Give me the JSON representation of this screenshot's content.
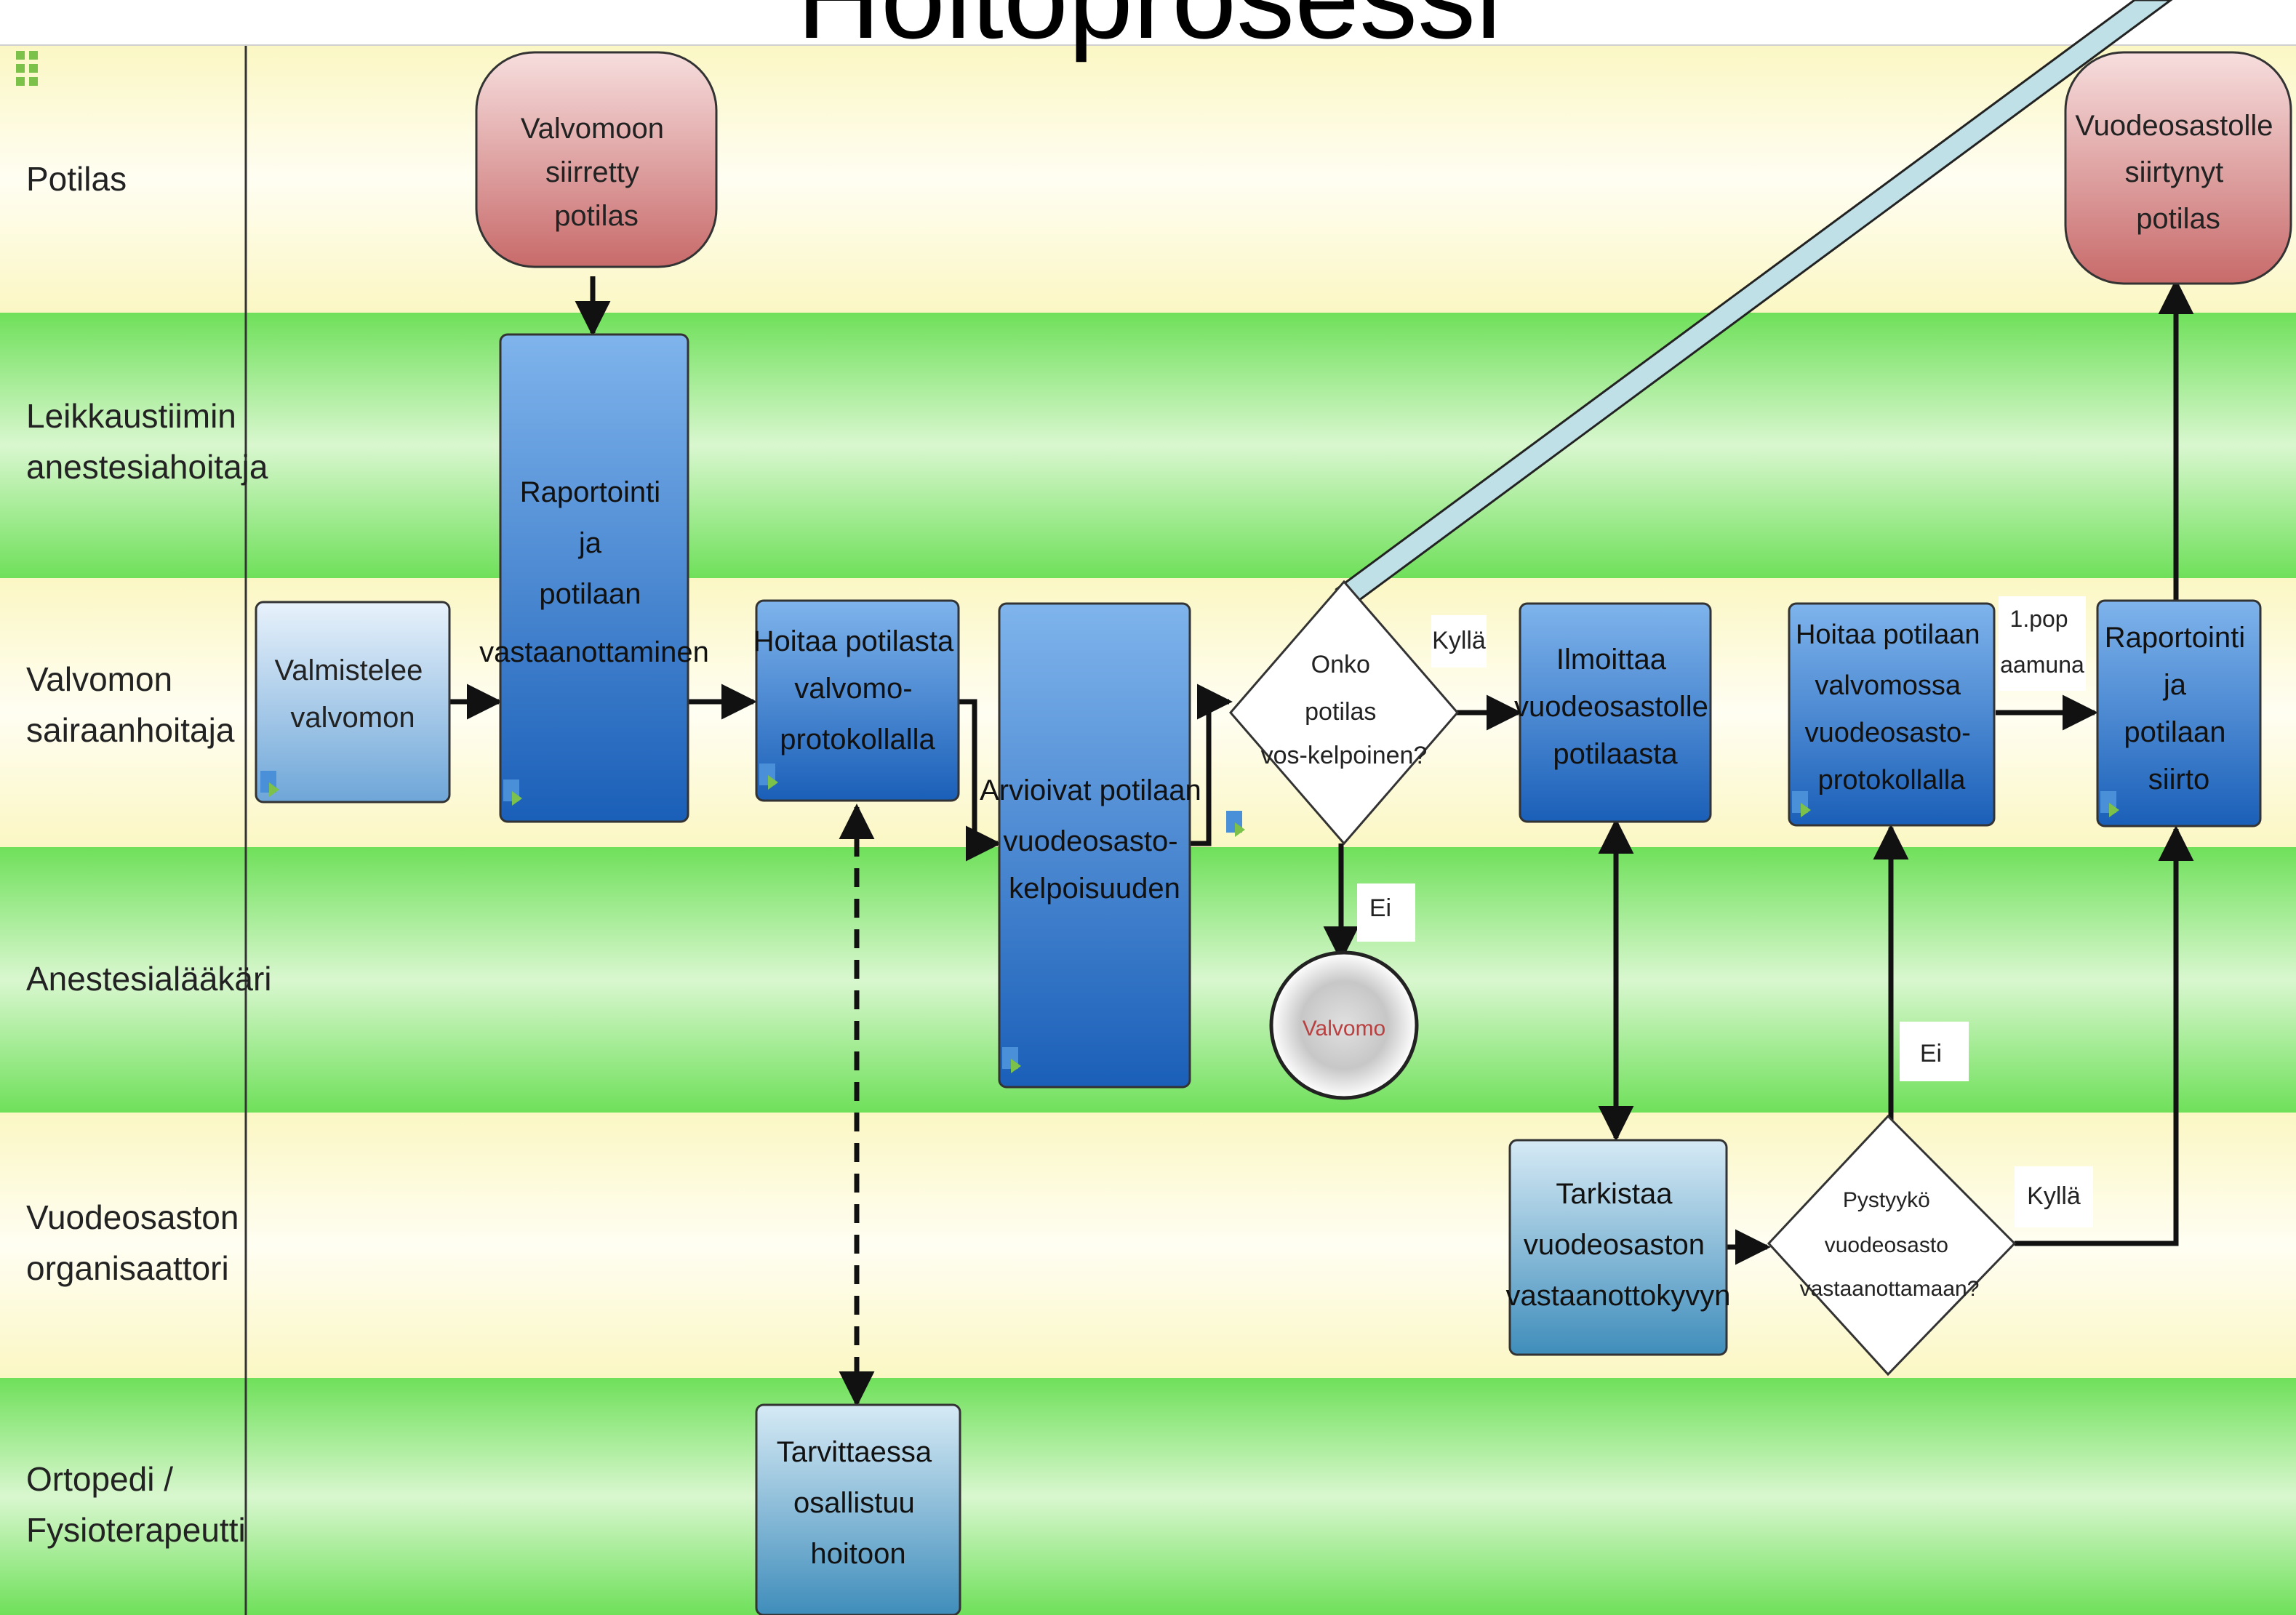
{
  "title": "Hoitoprosessi",
  "lanes": [
    {
      "label_lines": [
        "Potilas"
      ],
      "color": "yellow"
    },
    {
      "label_lines": [
        "Leikkaustiimin",
        "anestesiahoitaja"
      ],
      "color": "green"
    },
    {
      "label_lines": [
        "Valvomon",
        "sairaanhoitaja"
      ],
      "color": "yellow"
    },
    {
      "label_lines": [
        "Anestesialääkäri"
      ],
      "color": "green"
    },
    {
      "label_lines": [
        "Vuodeosaston",
        "organisaattori"
      ],
      "color": "yellow"
    },
    {
      "label_lines": [
        "Ortopedi /",
        "Fysioterapeutti"
      ],
      "color": "green"
    }
  ],
  "nodes": {
    "start": [
      "Valvomoon",
      "siirretty",
      "potilas"
    ],
    "end": [
      "Vuodeosastolle",
      "siirtynyt",
      "potilas"
    ],
    "valmistelee": [
      "Valmistelee",
      "valvomon"
    ],
    "raportointi1": [
      "Raportointi",
      "ja",
      "potilaan",
      "vastaanottaminen"
    ],
    "hoitaa1": [
      "Hoitaa potilasta",
      "valvomo-",
      "protokollalla"
    ],
    "arvioivat": [
      "Arvioivat potilaan",
      "vuodeosasto-",
      "kelpoisuuden"
    ],
    "decision1": [
      "Onko",
      "potilas",
      "vos-kelpoinen?"
    ],
    "valvomo": [
      "Valvomo"
    ],
    "ilmoittaa": [
      "Ilmoittaa",
      "vuodeosastolle",
      "potilaasta"
    ],
    "hoitaa2": [
      "Hoitaa potilaan",
      "valvomossa",
      "vuodeosasto-",
      "protokollalla"
    ],
    "raportointi2": [
      "Raportointi",
      "ja",
      "potilaan",
      "siirto"
    ],
    "tarkistaa": [
      "Tarkistaa",
      "vuodeosaston",
      "vastaanottokyvyn"
    ],
    "decision2": [
      "Pystyykö",
      "vuodeosasto",
      "vastaanottamaan?"
    ],
    "tarvittaessa": [
      "Tarvittaessa",
      "osallistuu",
      "hoitoon"
    ]
  },
  "edge_labels": {
    "kylla1": "Kyllä",
    "ei1": "Ei",
    "pop": [
      "1.pop",
      "aamuna"
    ],
    "ei2": "Ei",
    "kylla2": "Kyllä"
  },
  "colors": {
    "lane_yellow": "#fdfbd6",
    "lane_green": "#8ee87a",
    "terminal_red": "#d98b8b",
    "task_light_blue": "#a9cdea",
    "task_dark_blue": "#2a6fc4",
    "task_teal": "#6aa8c9",
    "callout_line": "#b9dde4"
  }
}
